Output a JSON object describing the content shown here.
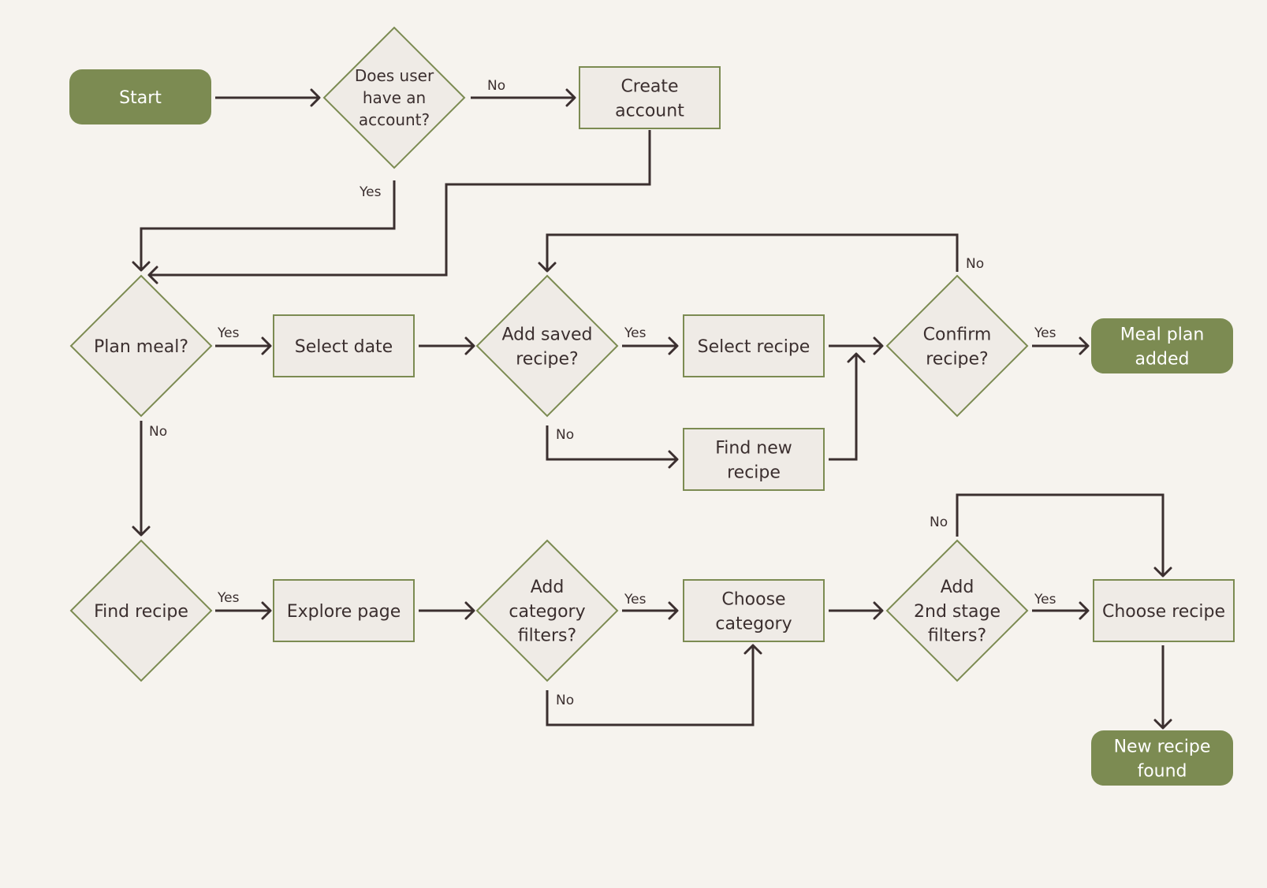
{
  "diagram": {
    "colors": {
      "background": "#f6f3ee",
      "terminal_fill": "#7c8b52",
      "node_fill": "#efebe6",
      "node_border": "#7c8b52",
      "line": "#3b2f2f",
      "text": "#3b2f2f",
      "terminal_text": "#ffffff"
    },
    "nodes": {
      "start": {
        "type": "terminal",
        "lines": [
          "Start"
        ]
      },
      "has_account": {
        "type": "decision",
        "lines": [
          "Does user",
          "have an",
          "account?"
        ]
      },
      "create_account": {
        "type": "process",
        "lines": [
          "Create",
          "account"
        ]
      },
      "plan_meal": {
        "type": "decision",
        "lines": [
          "Plan meal?"
        ]
      },
      "select_date": {
        "type": "process",
        "lines": [
          "Select date"
        ]
      },
      "add_saved_recipe": {
        "type": "decision",
        "lines": [
          "Add saved",
          "recipe?"
        ]
      },
      "select_recipe": {
        "type": "process",
        "lines": [
          "Select recipe"
        ]
      },
      "find_new_recipe": {
        "type": "process",
        "lines": [
          "Find new",
          "recipe"
        ]
      },
      "confirm_recipe": {
        "type": "decision",
        "lines": [
          "Confirm",
          "recipe?"
        ]
      },
      "meal_plan_added": {
        "type": "terminal",
        "lines": [
          "Meal plan",
          "added"
        ]
      },
      "find_recipe": {
        "type": "decision",
        "lines": [
          "Find recipe"
        ]
      },
      "explore_page": {
        "type": "process",
        "lines": [
          "Explore page"
        ]
      },
      "add_category_filters": {
        "type": "decision",
        "lines": [
          "Add",
          "category",
          "filters?"
        ]
      },
      "choose_category": {
        "type": "process",
        "lines": [
          "Choose",
          "category"
        ]
      },
      "add_2nd_stage_filters": {
        "type": "decision",
        "lines": [
          "Add",
          "2nd stage",
          "filters?"
        ]
      },
      "choose_recipe": {
        "type": "process",
        "lines": [
          "Choose recipe"
        ]
      },
      "new_recipe_found": {
        "type": "terminal",
        "lines": [
          "New recipe",
          "found"
        ]
      }
    },
    "edges": [
      {
        "from": "start",
        "to": "has_account",
        "label": ""
      },
      {
        "from": "has_account",
        "to": "create_account",
        "label": "No"
      },
      {
        "from": "has_account",
        "to": "plan_meal",
        "label": "Yes"
      },
      {
        "from": "create_account",
        "to": "plan_meal",
        "label": ""
      },
      {
        "from": "plan_meal",
        "to": "select_date",
        "label": "Yes"
      },
      {
        "from": "plan_meal",
        "to": "find_recipe",
        "label": "No"
      },
      {
        "from": "select_date",
        "to": "add_saved_recipe",
        "label": ""
      },
      {
        "from": "add_saved_recipe",
        "to": "select_recipe",
        "label": "Yes"
      },
      {
        "from": "add_saved_recipe",
        "to": "find_new_recipe",
        "label": "No"
      },
      {
        "from": "select_recipe",
        "to": "confirm_recipe",
        "label": ""
      },
      {
        "from": "find_new_recipe",
        "to": "confirm_recipe",
        "label": ""
      },
      {
        "from": "confirm_recipe",
        "to": "meal_plan_added",
        "label": "Yes"
      },
      {
        "from": "confirm_recipe",
        "to": "add_saved_recipe",
        "label": "No"
      },
      {
        "from": "find_recipe",
        "to": "explore_page",
        "label": "Yes"
      },
      {
        "from": "explore_page",
        "to": "add_category_filters",
        "label": ""
      },
      {
        "from": "add_category_filters",
        "to": "choose_category",
        "label": "Yes"
      },
      {
        "from": "add_category_filters",
        "to": "choose_category",
        "label": "No"
      },
      {
        "from": "choose_category",
        "to": "add_2nd_stage_filters",
        "label": ""
      },
      {
        "from": "add_2nd_stage_filters",
        "to": "choose_recipe",
        "label": "Yes"
      },
      {
        "from": "add_2nd_stage_filters",
        "to": "choose_recipe",
        "label": "No"
      },
      {
        "from": "choose_recipe",
        "to": "new_recipe_found",
        "label": ""
      }
    ]
  }
}
